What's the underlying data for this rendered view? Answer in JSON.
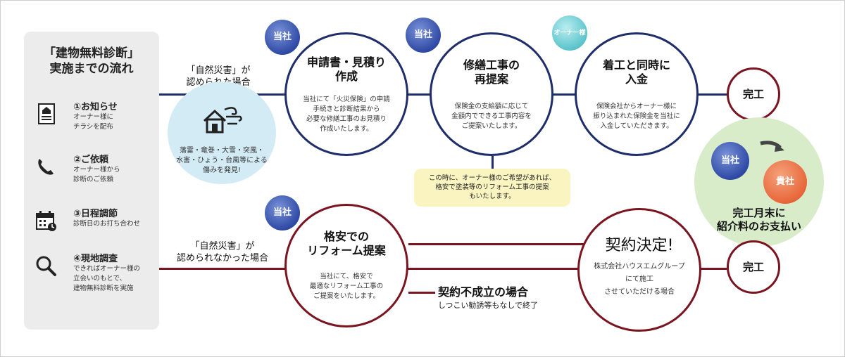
{
  "sidebar": {
    "title": "「建物無料診断」\n実施までの流れ",
    "steps": [
      {
        "title": "①お知らせ",
        "desc": "オーナー様に\nチラシを配布",
        "icon": "flyer-icon"
      },
      {
        "title": "②ご依頼",
        "desc": "オーナー様から\n診断のご依頼",
        "icon": "phone-icon"
      },
      {
        "title": "③日程調節",
        "desc": "診断日のお打ち合わせ",
        "icon": "calendar-icon"
      },
      {
        "title": "④現地調査",
        "desc": "できればオーナー様の\n立会いのもとで、\n建物無料診断を実施",
        "icon": "magnifier-icon"
      }
    ]
  },
  "top_branch_label": "「自然災害」が\n認められた場合",
  "bottom_branch_label": "「自然災害」が\n認められなかった場合",
  "disaster": {
    "text": "落雷・竜巻・大雪・突風・\n水害・ひょう・台風等による\n傷みを発見!",
    "icon": "house-wind-icon"
  },
  "badges": {
    "company": "当社",
    "owner": "オーナー様",
    "client": "貴社"
  },
  "circles": {
    "application": {
      "title": "申請書・見積り\n作成",
      "desc": "当社にて「火災保険」の申請\n手続きと診断結果から\n必要な修繕工事のお見積り\n作成いたします。"
    },
    "repair": {
      "title": "修繕工事の\n再提案",
      "desc": "保険金の支給額に応じて\n金額内でできる工事内容を\nご提案いたします。"
    },
    "start": {
      "title": "着工と同時に\n入金",
      "desc": "保険会社からオーナー様に\n振り込まれた保険金を当社に\n入金していただきます。"
    },
    "reform": {
      "title": "格安での\nリフォーム提案",
      "desc": "当社にて、格安で\n最適なリフォーム工事の\nご提案をいたします。"
    },
    "contract": {
      "title": "契約決定!",
      "desc": "株式会社ハウスエムグループ\nにて施工\nさせていただける場合"
    }
  },
  "note": "この時に、オーナー様のご希望があれば、\n格安で塗装等のリフォーム工事の提案\nもいたします。",
  "done_label": "完工",
  "finale": "完工月末に\n紹介料のお支払い",
  "no_contract": {
    "title": "契約不成立の場合",
    "sub": "しつこい勧誘等もなしで終了"
  },
  "colors": {
    "navy": "#1f2d6b",
    "maroon": "#7a1420",
    "badge_blue": "#2f4aa5",
    "badge_orange": "#e8673a",
    "light_blue": "#d3ebf5",
    "green": "#d8ecc9",
    "note_yellow": "#faf4c0"
  }
}
